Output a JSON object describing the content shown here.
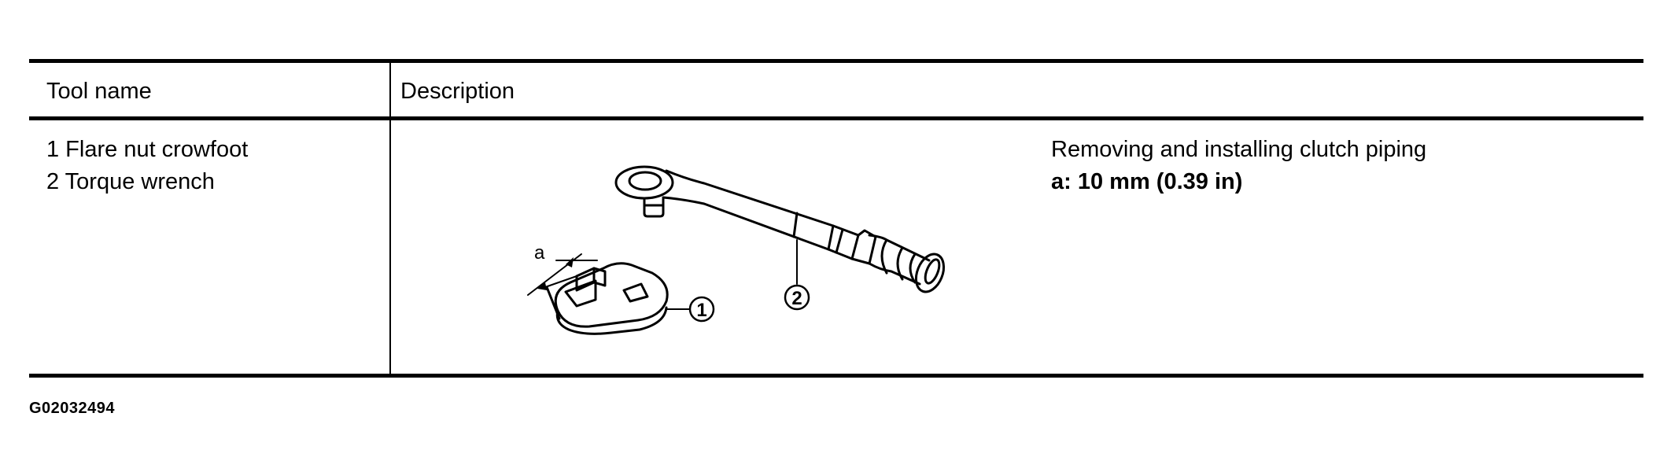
{
  "table": {
    "header": {
      "tool_name": "Tool name",
      "description": "Description"
    },
    "row": {
      "tools": [
        {
          "label": "1 Flare nut crowfoot"
        },
        {
          "label": "2 Torque wrench"
        }
      ],
      "callouts": {
        "dimension_letter": "a",
        "crowfoot_number": "1",
        "wrench_number": "2"
      },
      "description": {
        "purpose": "Removing and installing clutch piping",
        "spec": "a: 10 mm (0.39 in)"
      }
    }
  },
  "figure_id": "G02032494"
}
